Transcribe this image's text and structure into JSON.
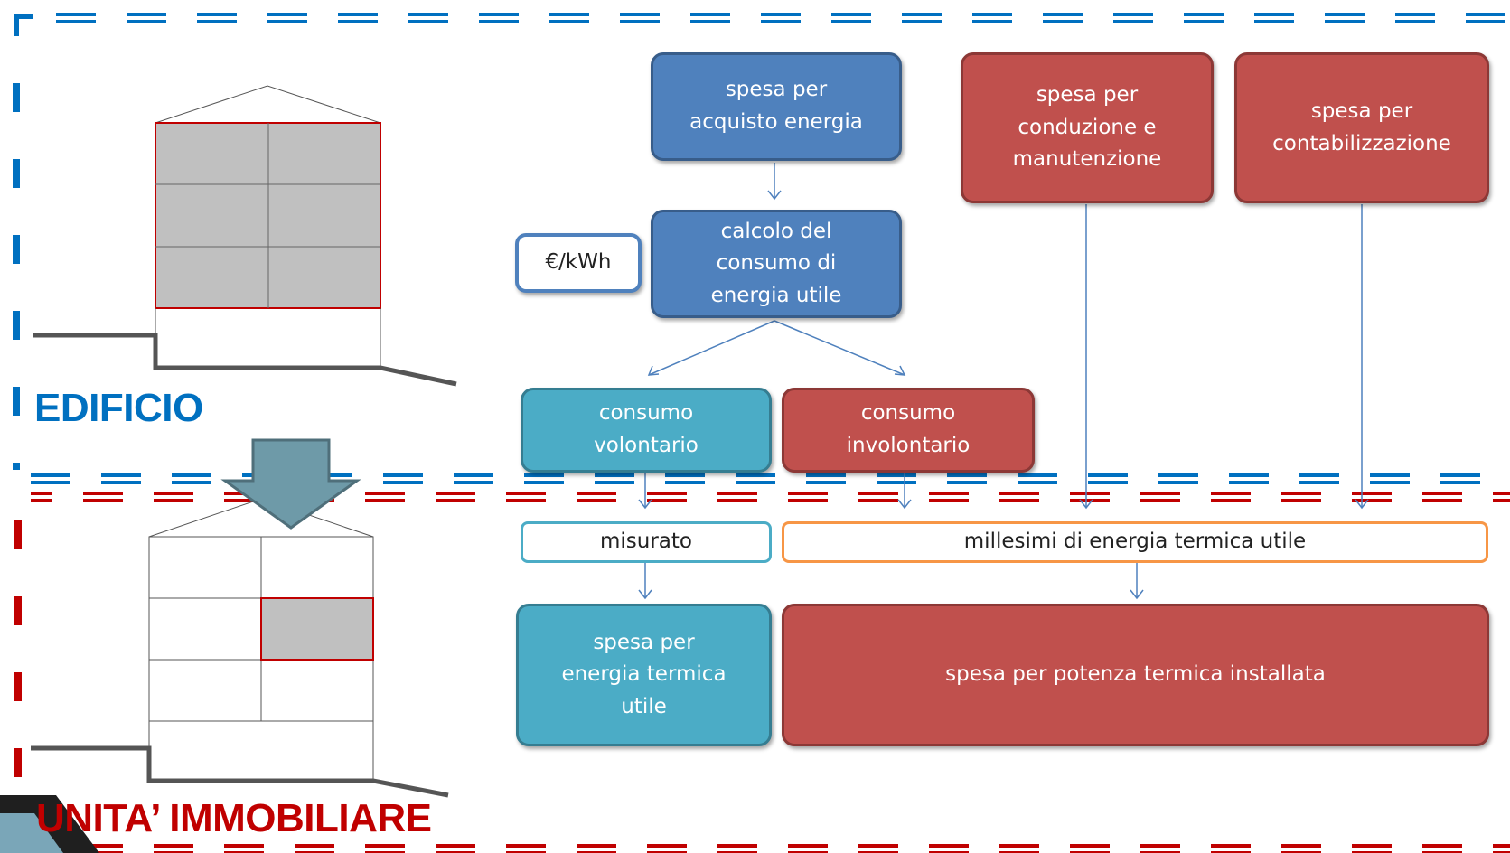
{
  "section_labels": {
    "building": "EDIFICIO",
    "unit": "UNITA’ IMMOBILIARE"
  },
  "colors": {
    "building_accent": "#0070c0",
    "unit_accent": "#c00000",
    "box_blue": "#4f81bd",
    "box_red": "#c0504d",
    "box_teal": "#4bacc6",
    "outline_orange": "#f79646",
    "arrow_fill": "#6e9aa8"
  },
  "boxes": {
    "energy_purchase": "spesa per\nacquisto energia",
    "maintenance": "spesa  per\nconduzione e\nmanutenzione",
    "accounting": "spesa  per\ncontabilizzazione",
    "useful_energy_calc": "calcolo del\nconsumo di\nenergia utile",
    "unit_price": "€/kWh",
    "voluntary": "consumo\nvolontario",
    "involuntary": "consumo\ninvolontario",
    "measured": "misurato",
    "thousandths": "millesimi di energia termica utile",
    "thermal_energy_cost": "spesa per\nenergia termica\nutile",
    "installed_power_cost": "spesa per potenza termica installata"
  },
  "icons": {
    "down_arrow": "down-arrow-icon"
  }
}
